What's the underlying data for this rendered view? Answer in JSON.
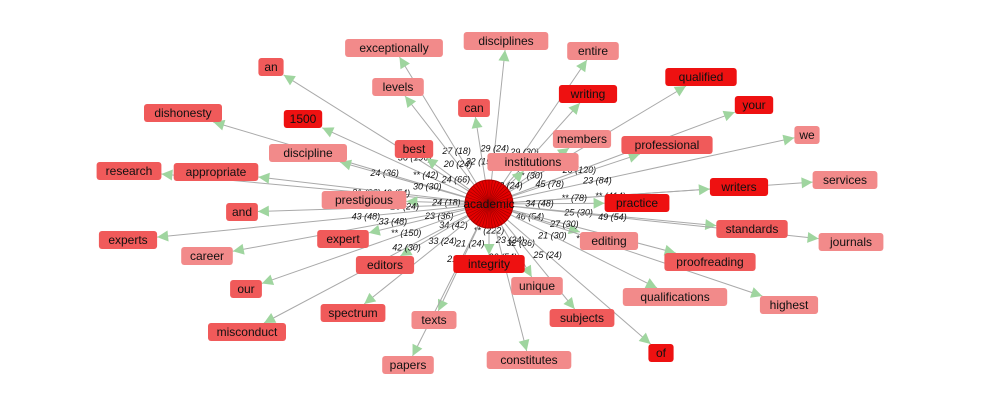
{
  "title": "keyword graph fragment",
  "colors": {
    "strong": "#ee1111",
    "medium": "#f05a5a",
    "light": "#f28a8a",
    "edge": "#a9a9a9",
    "arrow": "#9fd59f",
    "center": "#e60000"
  },
  "center": {
    "label": "academic"
  },
  "nodes": [
    {
      "id": "disciplines",
      "label": "disciplines",
      "tone": "light"
    },
    {
      "id": "exceptionally",
      "label": "exceptionally",
      "tone": "light"
    },
    {
      "id": "entire",
      "label": "entire",
      "tone": "light"
    },
    {
      "id": "an",
      "label": "an",
      "tone": "medium"
    },
    {
      "id": "qualified",
      "label": "qualified",
      "tone": "strong"
    },
    {
      "id": "levels",
      "label": "levels",
      "tone": "light"
    },
    {
      "id": "writing",
      "label": "writing",
      "tone": "strong"
    },
    {
      "id": "can",
      "label": "can",
      "tone": "medium"
    },
    {
      "id": "your",
      "label": "your",
      "tone": "strong"
    },
    {
      "id": "dishonesty",
      "label": "dishonesty",
      "tone": "medium"
    },
    {
      "id": "1500",
      "label": "1500",
      "tone": "strong"
    },
    {
      "id": "members",
      "label": "members",
      "tone": "light"
    },
    {
      "id": "we",
      "label": "we",
      "tone": "light"
    },
    {
      "id": "best",
      "label": "best",
      "tone": "medium"
    },
    {
      "id": "professional",
      "label": "professional",
      "tone": "medium"
    },
    {
      "id": "discipline",
      "label": "discipline",
      "tone": "light"
    },
    {
      "id": "institutions",
      "label": "institutions",
      "tone": "light"
    },
    {
      "id": "research",
      "label": "research",
      "tone": "medium"
    },
    {
      "id": "appropriate",
      "label": "appropriate",
      "tone": "medium"
    },
    {
      "id": "services",
      "label": "services",
      "tone": "light"
    },
    {
      "id": "writers",
      "label": "writers",
      "tone": "strong"
    },
    {
      "id": "prestigious",
      "label": "prestigious",
      "tone": "light"
    },
    {
      "id": "practice",
      "label": "practice",
      "tone": "strong"
    },
    {
      "id": "and",
      "label": "and",
      "tone": "medium"
    },
    {
      "id": "standards",
      "label": "standards",
      "tone": "medium"
    },
    {
      "id": "experts",
      "label": "experts",
      "tone": "medium"
    },
    {
      "id": "expert",
      "label": "expert",
      "tone": "medium"
    },
    {
      "id": "editing",
      "label": "editing",
      "tone": "light"
    },
    {
      "id": "journals",
      "label": "journals",
      "tone": "light"
    },
    {
      "id": "career",
      "label": "career",
      "tone": "light"
    },
    {
      "id": "integrity",
      "label": "integrity",
      "tone": "strong"
    },
    {
      "id": "editors",
      "label": "editors",
      "tone": "medium"
    },
    {
      "id": "proofreading",
      "label": "proofreading",
      "tone": "medium"
    },
    {
      "id": "our",
      "label": "our",
      "tone": "medium"
    },
    {
      "id": "unique",
      "label": "unique",
      "tone": "light"
    },
    {
      "id": "qualifications",
      "label": "qualifications",
      "tone": "light"
    },
    {
      "id": "highest",
      "label": "highest",
      "tone": "light"
    },
    {
      "id": "spectrum",
      "label": "spectrum",
      "tone": "medium"
    },
    {
      "id": "subjects",
      "label": "subjects",
      "tone": "medium"
    },
    {
      "id": "texts",
      "label": "texts",
      "tone": "light"
    },
    {
      "id": "misconduct",
      "label": "misconduct",
      "tone": "medium"
    },
    {
      "id": "of",
      "label": "of",
      "tone": "strong"
    },
    {
      "id": "constitutes",
      "label": "constitutes",
      "tone": "light"
    },
    {
      "id": "papers",
      "label": "papers",
      "tone": "light"
    }
  ],
  "edges": [
    {
      "to": "disciplines",
      "label": "29 (24)"
    },
    {
      "to": "exceptionally",
      "label": "27 (18)"
    },
    {
      "to": "entire",
      "label": "29 (30)"
    },
    {
      "to": "an",
      "label": "36 (196)"
    },
    {
      "to": "qualified",
      "label": "** (270)"
    },
    {
      "to": "levels",
      "label": "20 (24)"
    },
    {
      "to": "writing",
      "label": "** (150)"
    },
    {
      "to": "can",
      "label": "32 (150)"
    },
    {
      "to": "your",
      "label": "20 (120)"
    },
    {
      "to": "dishonesty",
      "label": "24 (36)"
    },
    {
      "to": "1500",
      "label": "** (42)"
    },
    {
      "to": "members",
      "label": "** (30)"
    },
    {
      "to": "we",
      "label": "23 (84)"
    },
    {
      "to": "best",
      "label": "24 (66)"
    },
    {
      "to": "professional",
      "label": "45 (78)"
    },
    {
      "to": "discipline",
      "label": "30 (30)"
    },
    {
      "to": "institutions",
      "label": "32 (24)"
    },
    {
      "to": "research",
      "label": "31 (96)"
    },
    {
      "to": "appropriate",
      "label": "43 (54)"
    },
    {
      "to": "services",
      "label": "** (414)"
    },
    {
      "to": "writers",
      "label": "** (78)"
    },
    {
      "to": "prestigious",
      "label": "24 (18)"
    },
    {
      "to": "practice",
      "label": "34 (48)"
    },
    {
      "to": "and",
      "label": "26 (24)"
    },
    {
      "to": "standards",
      "label": "25 (30)"
    },
    {
      "to": "experts",
      "label": "43 (48)"
    },
    {
      "to": "expert",
      "label": "23 (36)"
    },
    {
      "to": "editing",
      "label": "46 (54)"
    },
    {
      "to": "journals",
      "label": "49 (54)"
    },
    {
      "to": "career",
      "label": "33 (48)"
    },
    {
      "to": "integrity",
      "label": "** (222)"
    },
    {
      "to": "editors",
      "label": "34 (42)"
    },
    {
      "to": "proofreading",
      "label": "27 (30)"
    },
    {
      "to": "our",
      "label": "** (150)"
    },
    {
      "to": "unique",
      "label": "23 (24)"
    },
    {
      "to": "qualifications",
      "label": "21 (30)"
    },
    {
      "to": "highest",
      "label": "** (792)"
    },
    {
      "to": "spectrum",
      "label": "33 (24)"
    },
    {
      "to": "subjects",
      "label": "32 (36)"
    },
    {
      "to": "texts",
      "label": "21 (24)"
    },
    {
      "to": "misconduct",
      "label": "42 (30)"
    },
    {
      "to": "of",
      "label": "25 (24)"
    },
    {
      "to": "constitutes",
      "label": "26 (54)"
    },
    {
      "to": "papers",
      "label": "21 (24)"
    }
  ]
}
